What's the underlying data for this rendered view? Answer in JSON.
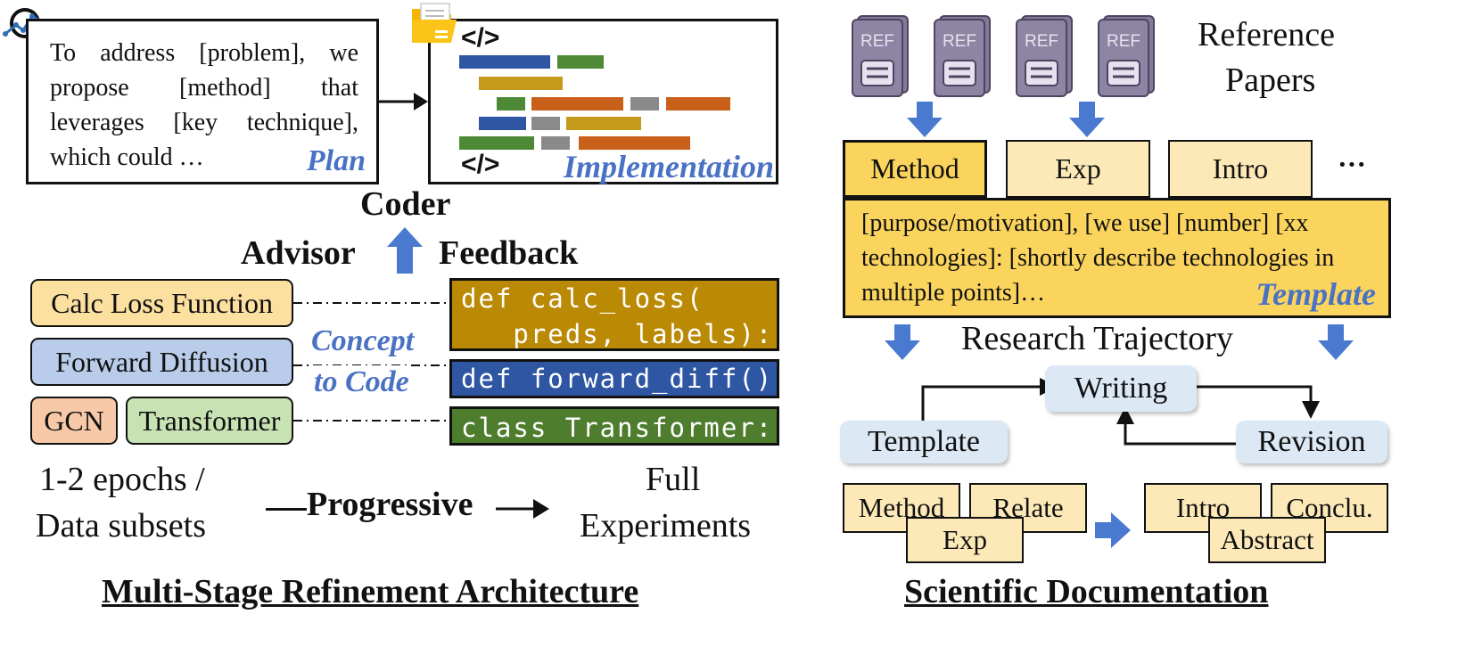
{
  "plan": {
    "text": "To address [problem], we propose [method] that leverages [key technique], which could …",
    "label": "Plan"
  },
  "implementation": {
    "tag_open": "</>",
    "tag_close": "</>",
    "label": "Implementation"
  },
  "coder_label": "Coder",
  "advisor_label": "Advisor",
  "feedback_label": "Feedback",
  "concepts": {
    "calc_loss": "Calc Loss Function",
    "forward_diffusion": "Forward Diffusion",
    "gcn": "GCN",
    "transformer": "Transformer"
  },
  "concept_to_code": {
    "line1": "Concept",
    "line2": "to Code"
  },
  "code": {
    "calc_loss": "def calc_loss(\n   preds, labels):",
    "forward_diff": "def forward_diff():",
    "transformer": "class Transformer:"
  },
  "progress": {
    "left_line1": "1-2 epochs /",
    "left_line2": "Data subsets",
    "middle": "Progressive",
    "right_line1": "Full",
    "right_line2": "Experiments"
  },
  "left_title": "Multi-Stage Refinement Architecture",
  "ref": {
    "icon_label": "REF",
    "title_line1": "Reference",
    "title_line2": "Papers"
  },
  "sections": [
    "Method",
    "Exp",
    "Intro",
    "···"
  ],
  "template": {
    "text": "[purpose/motivation], [we use] [number] [xx technologies]: [shortly describe technologies in multiple points]…",
    "label": "Template"
  },
  "research_trajectory": "Research Trajectory",
  "trajectory": {
    "writing": "Writing",
    "template": "Template",
    "revision": "Revision"
  },
  "docs_left": [
    "Method",
    "Relate",
    "Exp"
  ],
  "docs_right": [
    "Intro",
    "Conclu.",
    "Abstract"
  ],
  "right_title": "Scientific Documentation",
  "colors": {
    "blue": "#2e56a3",
    "green": "#4e8a35",
    "orange": "#c8601a",
    "gold": "#c49a1b",
    "gray": "#8a8a8a",
    "code_gold": "#bb8a05",
    "code_blue": "#2e56a3",
    "code_green": "#4e7d2e",
    "concept_yellow": "#fbe0a0",
    "concept_blue": "#b9cdea",
    "concept_orange": "#f7c9a8",
    "concept_green": "#c7e3b4",
    "template_yellow": "#fbd45d",
    "arrow_blue": "#4a7ad0",
    "ref_purple": "#857898"
  },
  "icons": [
    "search-chart-icon",
    "folder-icon",
    "ref-book-icon",
    "down-arrow-icon",
    "up-arrow-icon",
    "right-arrow-icon"
  ]
}
